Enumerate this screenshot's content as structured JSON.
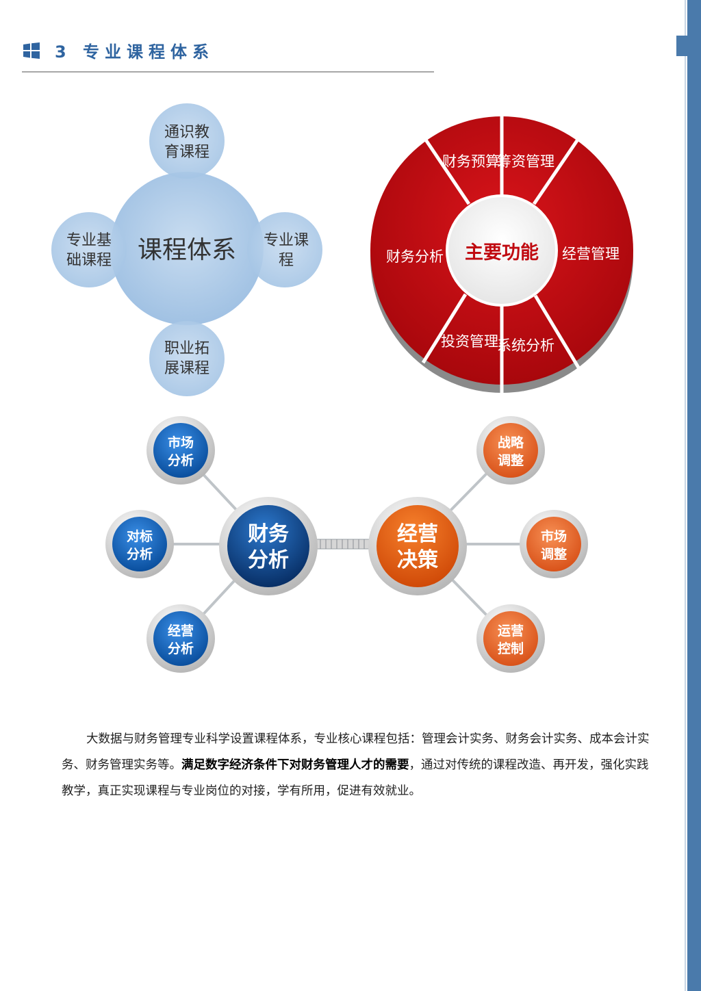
{
  "header": {
    "title": "3 专业课程体系",
    "icon": "windows-icon"
  },
  "curriculum_diagram": {
    "center": "课程体系",
    "satellites": {
      "top": [
        "通识教",
        "育课程"
      ],
      "left": [
        "专业基",
        "础课程"
      ],
      "right": [
        "专业课",
        "程"
      ],
      "bottom": [
        "职业拓",
        "展课程"
      ]
    }
  },
  "functions_wheel": {
    "center": "主要功能",
    "segments": [
      "财务预算",
      "筹资管理",
      "经营管理",
      "系统分析",
      "投资管理",
      "财务分析"
    ],
    "color": "#c00a10"
  },
  "analysis_decision": {
    "left_hub": [
      "财务",
      "分析"
    ],
    "right_hub": [
      "经营",
      "决策"
    ],
    "left_nodes": [
      [
        "市场",
        "分析"
      ],
      [
        "对标",
        "分析"
      ],
      [
        "经营",
        "分析"
      ]
    ],
    "right_nodes": [
      [
        "战略",
        "调整"
      ],
      [
        "市场",
        "调整"
      ],
      [
        "运营",
        "控制"
      ]
    ],
    "colors": {
      "blue": "#0b5fb8",
      "orange": "#e85a10"
    }
  },
  "paragraph": {
    "part1": "大数据与财务管理专业科学设置课程体系，专业核心课程包括：管理会计实务、财务会计实务、成本会计实务、财务管理实务等。",
    "bold": "满足数字经济条件下对财务管理人才的需要",
    "part2": "，通过对传统的课程改造、再开发，强化实践教学，真正实现课程与专业岗位的对接，学有所用，促进有效就业。"
  }
}
